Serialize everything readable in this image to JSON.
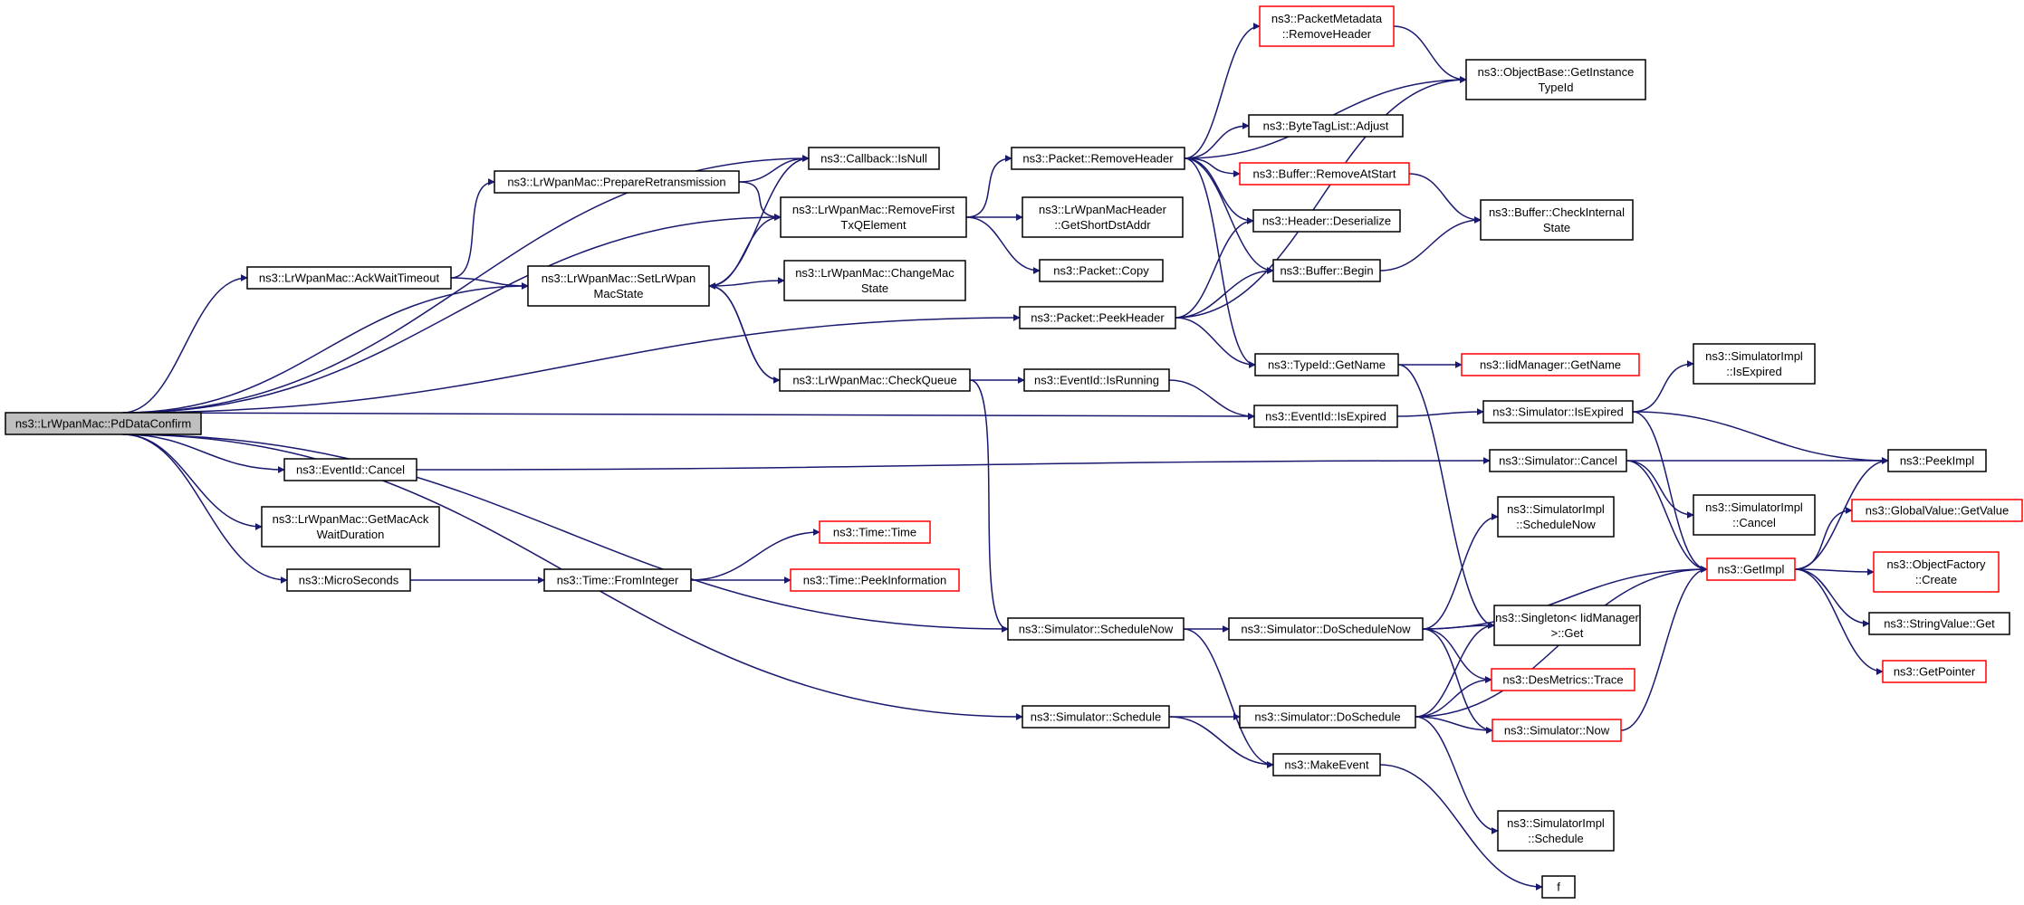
{
  "colors": {
    "edge": "#191970",
    "node_border": "#000000",
    "node_border_external": "#ff0000",
    "root_fill": "#bfbfbf"
  },
  "nodes": [
    {
      "id": "root",
      "lines": [
        "ns3::LrWpanMac::PdDataConfirm"
      ],
      "kind": "root"
    },
    {
      "id": "ackwait",
      "lines": [
        "ns3::LrWpanMac::AckWaitTimeout"
      ],
      "kind": "normal"
    },
    {
      "id": "prepare",
      "lines": [
        "ns3::LrWpanMac::PrepareRetransmission"
      ],
      "kind": "normal"
    },
    {
      "id": "setstate",
      "lines": [
        "ns3::LrWpanMac::SetLrWpan",
        "MacState"
      ],
      "kind": "normal"
    },
    {
      "id": "cbnull",
      "lines": [
        "ns3::Callback::IsNull"
      ],
      "kind": "normal"
    },
    {
      "id": "removefirst",
      "lines": [
        "ns3::LrWpanMac::RemoveFirst",
        "TxQElement"
      ],
      "kind": "normal"
    },
    {
      "id": "changemac",
      "lines": [
        "ns3::LrWpanMac::ChangeMac",
        "State"
      ],
      "kind": "normal"
    },
    {
      "id": "checkqueue",
      "lines": [
        "ns3::LrWpanMac::CheckQueue"
      ],
      "kind": "normal"
    },
    {
      "id": "eventcancel",
      "lines": [
        "ns3::EventId::Cancel"
      ],
      "kind": "normal"
    },
    {
      "id": "getmacack",
      "lines": [
        "ns3::LrWpanMac::GetMacAck",
        "WaitDuration"
      ],
      "kind": "normal"
    },
    {
      "id": "micro",
      "lines": [
        "ns3::MicroSeconds"
      ],
      "kind": "normal"
    },
    {
      "id": "fromint",
      "lines": [
        "ns3::Time::FromInteger"
      ],
      "kind": "normal"
    },
    {
      "id": "timetime",
      "lines": [
        "ns3::Time::Time"
      ],
      "kind": "external"
    },
    {
      "id": "peekinfo",
      "lines": [
        "ns3::Time::PeekInformation"
      ],
      "kind": "external"
    },
    {
      "id": "pktremove",
      "lines": [
        "ns3::Packet::RemoveHeader"
      ],
      "kind": "normal"
    },
    {
      "id": "getshort",
      "lines": [
        "ns3::LrWpanMacHeader",
        "::GetShortDstAddr"
      ],
      "kind": "normal"
    },
    {
      "id": "pktcopy",
      "lines": [
        "ns3::Packet::Copy"
      ],
      "kind": "normal"
    },
    {
      "id": "pktpeek",
      "lines": [
        "ns3::Packet::PeekHeader"
      ],
      "kind": "normal"
    },
    {
      "id": "isrunning",
      "lines": [
        "ns3::EventId::IsRunning"
      ],
      "kind": "normal"
    },
    {
      "id": "isexpired",
      "lines": [
        "ns3::EventId::IsExpired"
      ],
      "kind": "normal"
    },
    {
      "id": "schednow",
      "lines": [
        "ns3::Simulator::ScheduleNow"
      ],
      "kind": "normal"
    },
    {
      "id": "sched",
      "lines": [
        "ns3::Simulator::Schedule"
      ],
      "kind": "normal"
    },
    {
      "id": "pmremove",
      "lines": [
        "ns3::PacketMetadata",
        "::RemoveHeader"
      ],
      "kind": "external"
    },
    {
      "id": "bytetag",
      "lines": [
        "ns3::ByteTagList::Adjust"
      ],
      "kind": "normal"
    },
    {
      "id": "bufremove",
      "lines": [
        "ns3::Buffer::RemoveAtStart"
      ],
      "kind": "external"
    },
    {
      "id": "hdrdeser",
      "lines": [
        "ns3::Header::Deserialize"
      ],
      "kind": "normal"
    },
    {
      "id": "bufbegin",
      "lines": [
        "ns3::Buffer::Begin"
      ],
      "kind": "normal"
    },
    {
      "id": "typename",
      "lines": [
        "ns3::TypeId::GetName"
      ],
      "kind": "normal"
    },
    {
      "id": "iidget",
      "lines": [
        "ns3::IidManager::GetName"
      ],
      "kind": "external"
    },
    {
      "id": "objbase",
      "lines": [
        "ns3::ObjectBase::GetInstance",
        "TypeId"
      ],
      "kind": "normal"
    },
    {
      "id": "bufcheck",
      "lines": [
        "ns3::Buffer::CheckInternal",
        "State"
      ],
      "kind": "normal"
    },
    {
      "id": "simisexp",
      "lines": [
        "ns3::Simulator::IsExpired"
      ],
      "kind": "normal"
    },
    {
      "id": "simimplexp",
      "lines": [
        "ns3::SimulatorImpl",
        "::IsExpired"
      ],
      "kind": "normal"
    },
    {
      "id": "simcancel",
      "lines": [
        "ns3::Simulator::Cancel"
      ],
      "kind": "normal"
    },
    {
      "id": "simimplcancel",
      "lines": [
        "ns3::SimulatorImpl",
        "::Cancel"
      ],
      "kind": "normal"
    },
    {
      "id": "simimplschednow",
      "lines": [
        "ns3::SimulatorImpl",
        "::ScheduleNow"
      ],
      "kind": "normal"
    },
    {
      "id": "doschednow",
      "lines": [
        "ns3::Simulator::DoScheduleNow"
      ],
      "kind": "normal"
    },
    {
      "id": "singleton",
      "lines": [
        "ns3::Singleton< IidManager",
        ">::Get"
      ],
      "kind": "normal"
    },
    {
      "id": "desmetrics",
      "lines": [
        "ns3::DesMetrics::Trace"
      ],
      "kind": "external"
    },
    {
      "id": "simnow",
      "lines": [
        "ns3::Simulator::Now"
      ],
      "kind": "external"
    },
    {
      "id": "dosched",
      "lines": [
        "ns3::Simulator::DoSchedule"
      ],
      "kind": "normal"
    },
    {
      "id": "makeevent",
      "lines": [
        "ns3::MakeEvent"
      ],
      "kind": "normal"
    },
    {
      "id": "simimplsched",
      "lines": [
        "ns3::SimulatorImpl",
        "::Schedule"
      ],
      "kind": "normal"
    },
    {
      "id": "f",
      "lines": [
        "f"
      ],
      "kind": "normal"
    },
    {
      "id": "getimpl",
      "lines": [
        "ns3::GetImpl"
      ],
      "kind": "external"
    },
    {
      "id": "peekimpl",
      "lines": [
        "ns3::PeekImpl"
      ],
      "kind": "normal"
    },
    {
      "id": "globalval",
      "lines": [
        "ns3::GlobalValue::GetValue"
      ],
      "kind": "external"
    },
    {
      "id": "objfactory",
      "lines": [
        "ns3::ObjectFactory",
        "::Create"
      ],
      "kind": "external"
    },
    {
      "id": "stringval",
      "lines": [
        "ns3::StringValue::Get"
      ],
      "kind": "normal"
    },
    {
      "id": "getpointer",
      "lines": [
        "ns3::GetPointer"
      ],
      "kind": "external"
    }
  ],
  "edges": [
    [
      "root",
      "cbnull"
    ],
    [
      "root",
      "removefirst"
    ],
    [
      "root",
      "ackwait"
    ],
    [
      "root",
      "setstate"
    ],
    [
      "root",
      "pktpeek"
    ],
    [
      "root",
      "isexpired"
    ],
    [
      "root",
      "eventcancel"
    ],
    [
      "root",
      "getmacack"
    ],
    [
      "root",
      "micro"
    ],
    [
      "root",
      "schednow"
    ],
    [
      "root",
      "sched"
    ],
    [
      "ackwait",
      "prepare"
    ],
    [
      "ackwait",
      "setstate"
    ],
    [
      "prepare",
      "cbnull"
    ],
    [
      "prepare",
      "removefirst"
    ],
    [
      "setstate",
      "cbnull"
    ],
    [
      "setstate",
      "removefirst"
    ],
    [
      "setstate",
      "changemac"
    ],
    [
      "setstate",
      "checkqueue"
    ],
    [
      "checkqueue",
      "setstate"
    ],
    [
      "checkqueue",
      "isrunning"
    ],
    [
      "checkqueue",
      "schednow"
    ],
    [
      "removefirst",
      "pktremove"
    ],
    [
      "removefirst",
      "getshort"
    ],
    [
      "removefirst",
      "pktcopy"
    ],
    [
      "pktremove",
      "pmremove"
    ],
    [
      "pktremove",
      "objbase"
    ],
    [
      "pktremove",
      "bytetag"
    ],
    [
      "pktremove",
      "bufremove"
    ],
    [
      "pktremove",
      "hdrdeser"
    ],
    [
      "pktremove",
      "bufbegin"
    ],
    [
      "pktremove",
      "typename"
    ],
    [
      "pktpeek",
      "hdrdeser"
    ],
    [
      "pktpeek",
      "bufbegin"
    ],
    [
      "pktpeek",
      "typename"
    ],
    [
      "pktpeek",
      "objbase"
    ],
    [
      "pmremove",
      "objbase"
    ],
    [
      "bufremove",
      "bufcheck"
    ],
    [
      "bufbegin",
      "bufcheck"
    ],
    [
      "typename",
      "iidget"
    ],
    [
      "typename",
      "singleton"
    ],
    [
      "isrunning",
      "isexpired"
    ],
    [
      "isexpired",
      "simisexp"
    ],
    [
      "simisexp",
      "simimplexp"
    ],
    [
      "simisexp",
      "peekimpl"
    ],
    [
      "simisexp",
      "getimpl"
    ],
    [
      "eventcancel",
      "simcancel"
    ],
    [
      "simcancel",
      "peekimpl"
    ],
    [
      "simcancel",
      "simimplcancel"
    ],
    [
      "simcancel",
      "getimpl"
    ],
    [
      "micro",
      "fromint"
    ],
    [
      "fromint",
      "timetime"
    ],
    [
      "fromint",
      "peekinfo"
    ],
    [
      "schednow",
      "doschednow"
    ],
    [
      "schednow",
      "makeevent"
    ],
    [
      "doschednow",
      "simimplschednow"
    ],
    [
      "doschednow",
      "getimpl"
    ],
    [
      "doschednow",
      "singleton"
    ],
    [
      "doschednow",
      "desmetrics"
    ],
    [
      "doschednow",
      "simnow"
    ],
    [
      "sched",
      "dosched"
    ],
    [
      "sched",
      "makeevent"
    ],
    [
      "dosched",
      "singleton"
    ],
    [
      "dosched",
      "desmetrics"
    ],
    [
      "dosched",
      "simnow"
    ],
    [
      "dosched",
      "getimpl"
    ],
    [
      "dosched",
      "simimplsched"
    ],
    [
      "makeevent",
      "f"
    ],
    [
      "simnow",
      "getimpl"
    ],
    [
      "getimpl",
      "peekimpl"
    ],
    [
      "getimpl",
      "globalval"
    ],
    [
      "getimpl",
      "objfactory"
    ],
    [
      "getimpl",
      "stringval"
    ],
    [
      "getimpl",
      "getpointer"
    ]
  ]
}
